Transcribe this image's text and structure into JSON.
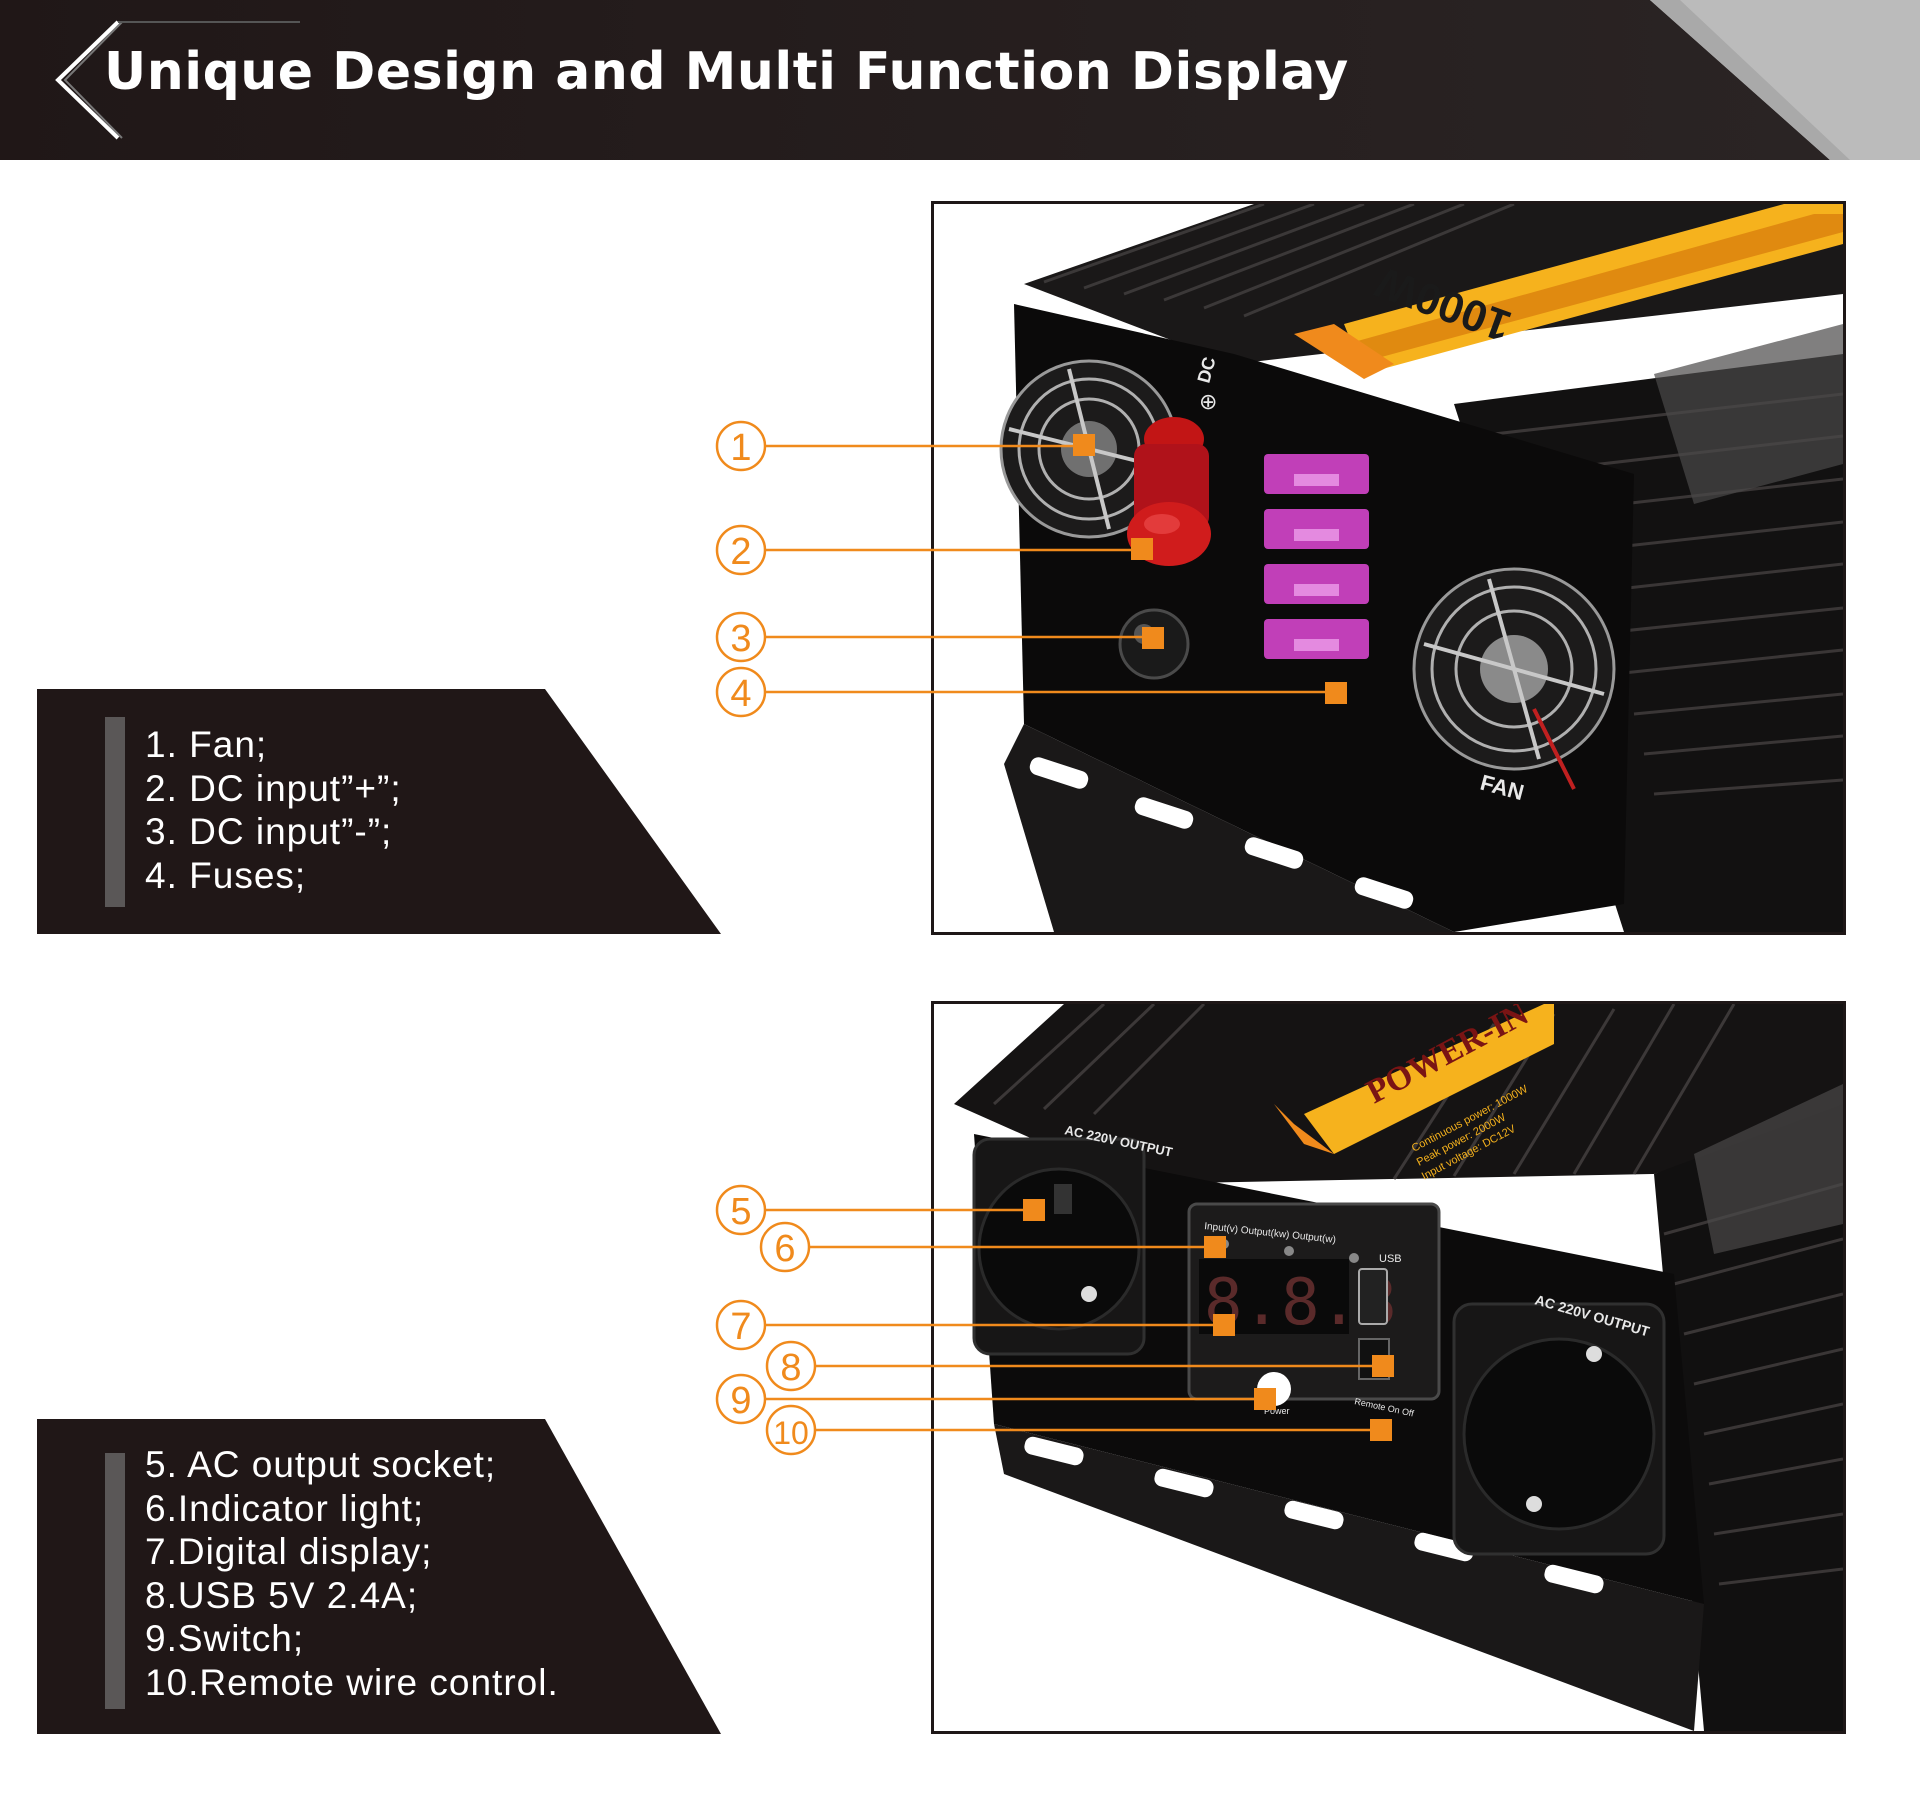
{
  "header": {
    "title": "Unique Design and Multi Function Display"
  },
  "top_section": {
    "legend_items": [
      "1. Fan;",
      "2. DC input”+”;",
      "3. DC input”-”;",
      "4. Fuses;"
    ],
    "callouts": [
      "1",
      "2",
      "3",
      "4"
    ],
    "product_labels": {
      "dc_terminal": "DC",
      "polarity": "⊕",
      "fan": "FAN",
      "power_rating": "1000W"
    }
  },
  "bottom_section": {
    "legend_items": [
      "5. AC output socket;",
      "6.Indicator light;",
      "7.Digital display;",
      "8.USB 5V 2.4A;",
      "9.Switch;",
      "10.Remote wire control."
    ],
    "callouts": [
      "5",
      "6",
      "7",
      "8",
      "9",
      "10"
    ],
    "product_labels": {
      "ac_output_left": "AC 220V OUTPUT",
      "ac_output_right": "AC 220V OUTPUT",
      "brand": "POWER-IN",
      "spec_1": "Continuous power: 1000W",
      "spec_2": "Peak power: 2000W",
      "spec_3": "Input voltage: DC12V",
      "indicators": "Input(v)  Output(kw)  Output(w)",
      "display_digits": "8.8.8",
      "usb": "USB",
      "power": "Power",
      "remote": "Remote On Off"
    }
  },
  "colors": {
    "banner": "#201717",
    "accent": "#f08a1c",
    "device": "#141212",
    "label_yellow": "#f6b21d"
  }
}
